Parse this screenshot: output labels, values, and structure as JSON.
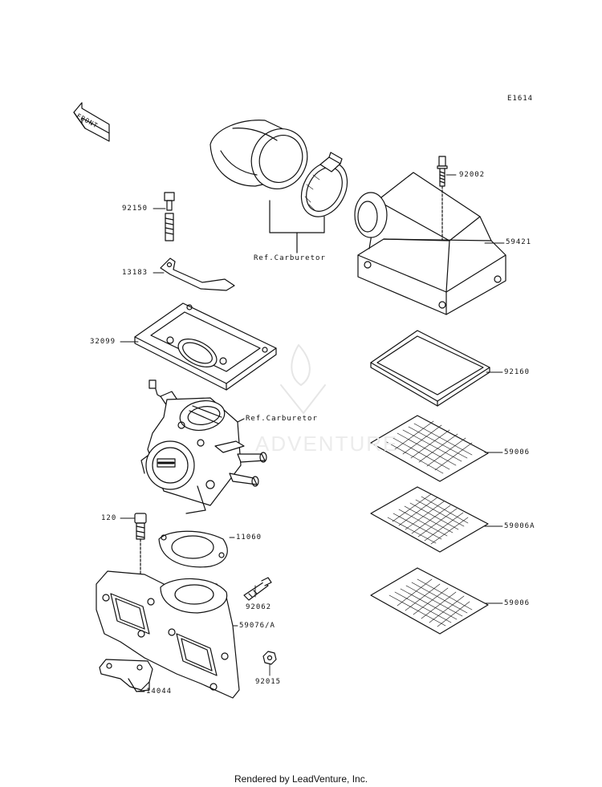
{
  "diagram": {
    "ref_code": "E1614",
    "front_arrow_label": "FRONT",
    "watermark": "ADVENTURE",
    "callouts": {
      "p92002": "92002",
      "p59421": "59421",
      "p92160": "92160",
      "p59006_top": "59006",
      "p59006A": "59006A",
      "p59006_bottom": "59006",
      "p92150": "92150",
      "p13183": "13183",
      "p32099": "32099",
      "ref_carb_top": "Ref.Carburetor",
      "ref_carb_mid": "Ref.Carburetor",
      "p120": "120",
      "p11060": "11060",
      "p92062": "92062",
      "p59076A": "59076/A",
      "p92015": "92015",
      "p14044": "14044"
    },
    "footer": "Rendered by LeadVenture, Inc."
  }
}
